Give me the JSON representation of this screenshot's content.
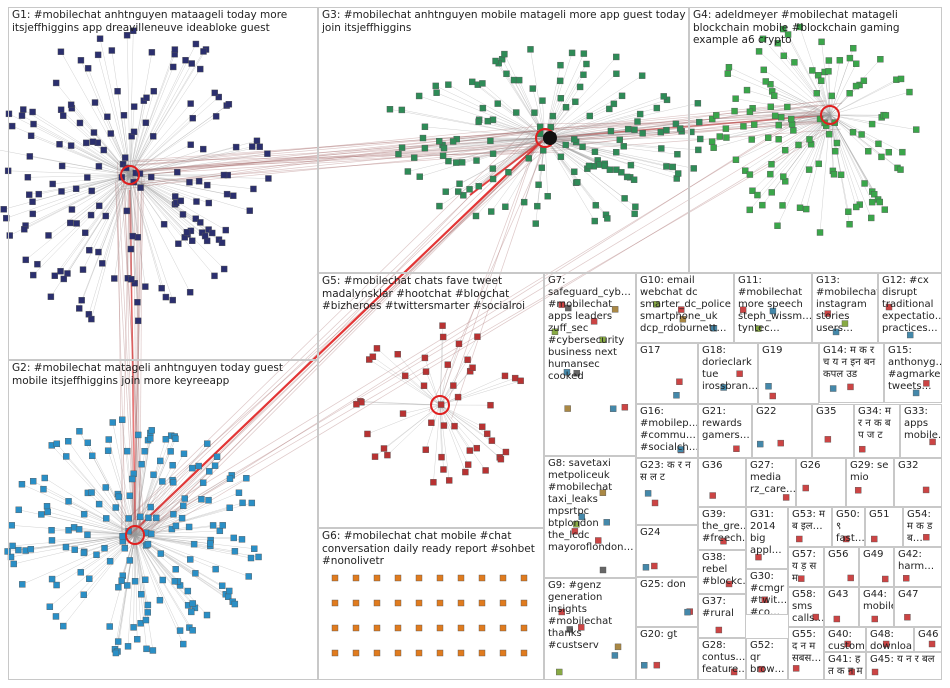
{
  "groups": [
    {
      "id": "G1",
      "text": "G1: #mobilechat anhtnguyen mataageli today more itsjeffhiggins app dreavilleneuve ideabloke guest"
    },
    {
      "id": "G2",
      "text": "G2: #mobilechat matageli anhtnguyen today guest mobile itsjeffhiggins join more keyreeapp"
    },
    {
      "id": "G3",
      "text": "G3: #mobilechat anhtnguyen mobile matageli more app guest today join itsjeffhiggins"
    },
    {
      "id": "G4",
      "text": "G4: adeldmeyer #mobilechat matageli blockchain mobile #blockchain gaming example a6 crypto"
    },
    {
      "id": "G5",
      "text": "G5: #mobilechat chats fave tweet madalynsklar #hootchat #blogchat #bizheroes #twittersmarter #socialroi"
    },
    {
      "id": "G6",
      "text": "G6: #mobilechat chat mobile #chat conversation daily ready report #sohbet #nonolivetr"
    },
    {
      "id": "G7",
      "text": "G7: safeguard_cyb… #mobilechat apps leaders zuff_sec #cybersecurity business next humansec cooked"
    },
    {
      "id": "G8",
      "text": "G8: savetaxi metpoliceuk #mobilechat taxi_leaks mpsrtpc btplondon the_lcdc mayoroflondon…"
    },
    {
      "id": "G9",
      "text": "G9: #genz generation insights #mobilechat thanks #custserv"
    },
    {
      "id": "G10",
      "text": "G10: email webchat dc smarter_dc_police smartphone_uk dcp_rdoburnett…"
    },
    {
      "id": "G11",
      "text": "G11: #mobilechat more speech steph_wissm… tyntec…"
    },
    {
      "id": "G12",
      "text": "G12: #cx disrupt traditional expectatio… practices…"
    },
    {
      "id": "G13",
      "text": "G13: #mobilechat instagram stories users…"
    },
    {
      "id": "G14",
      "text": "G14: म क र च य न इन बन कपल उड"
    },
    {
      "id": "G15",
      "text": "G15: anthonyg… #agmarke… tweets…"
    },
    {
      "id": "G16",
      "text": "G16: #mobilep… #commu… #socialch…"
    },
    {
      "id": "G17",
      "text": "G17"
    },
    {
      "id": "G18",
      "text": "G18: dorieclark tue irossbran…"
    },
    {
      "id": "G19",
      "text": "G19"
    },
    {
      "id": "G20",
      "text": "G20: gt"
    },
    {
      "id": "G21",
      "text": "G21: rewards gamers…"
    },
    {
      "id": "G22",
      "text": "G22"
    },
    {
      "id": "G23",
      "text": "G23: क र न स ल ट"
    },
    {
      "id": "G24",
      "text": "G24"
    },
    {
      "id": "G25",
      "text": "G25: don"
    },
    {
      "id": "G26",
      "text": "G26"
    },
    {
      "id": "G27",
      "text": "G27: media rz_care…"
    },
    {
      "id": "G28",
      "text": "G28: contus… feature…"
    },
    {
      "id": "G29",
      "text": "G29: se mio"
    },
    {
      "id": "G30",
      "text": "G30: #cmgr #twit… #co…"
    },
    {
      "id": "G31",
      "text": "G31: 2014 big appl…"
    },
    {
      "id": "G32",
      "text": "G32"
    },
    {
      "id": "G33",
      "text": "G33: apps mobile…"
    },
    {
      "id": "G34",
      "text": "G34: म र न क ब प ज ट"
    },
    {
      "id": "G35",
      "text": "G35"
    },
    {
      "id": "G36",
      "text": "G36"
    },
    {
      "id": "G37",
      "text": "G37: #rural"
    },
    {
      "id": "G38",
      "text": "G38: rebel #blockc…"
    },
    {
      "id": "G39",
      "text": "G39: the_gre… #freech…"
    },
    {
      "id": "G40",
      "text": "G40: custom…"
    },
    {
      "id": "G41",
      "text": "G41: ह त क न म"
    },
    {
      "id": "G42",
      "text": "G42: harm…"
    },
    {
      "id": "G43",
      "text": "G43"
    },
    {
      "id": "G44",
      "text": "G44: mobile"
    },
    {
      "id": "G45",
      "text": "G45: य न र बल"
    },
    {
      "id": "G46",
      "text": "G46"
    },
    {
      "id": "G47",
      "text": "G47"
    },
    {
      "id": "G48",
      "text": "G48: downloa…"
    },
    {
      "id": "G49",
      "text": "G49"
    },
    {
      "id": "G50",
      "text": "G50: ९ fast…"
    },
    {
      "id": "G51",
      "text": "G51"
    },
    {
      "id": "G52",
      "text": "G52: qr brow…"
    },
    {
      "id": "G53",
      "text": "G53: म ब इल…"
    },
    {
      "id": "G54",
      "text": "G54: म क ड ब…"
    },
    {
      "id": "G55",
      "text": "G55: द न म सबस…"
    },
    {
      "id": "G56",
      "text": "G56"
    },
    {
      "id": "G57",
      "text": "G57: य ड़ स म"
    },
    {
      "id": "G58",
      "text": "G58: sms calls…"
    }
  ],
  "colors": {
    "g1": "#2b2f6e",
    "g2": "#2a8fc6",
    "g3": "#2e8b57",
    "g4": "#3aa64a",
    "g5": "#b83232",
    "g6": "#e07b1e",
    "edge": "#9a9a9a",
    "strong_edge": "#e02020"
  }
}
